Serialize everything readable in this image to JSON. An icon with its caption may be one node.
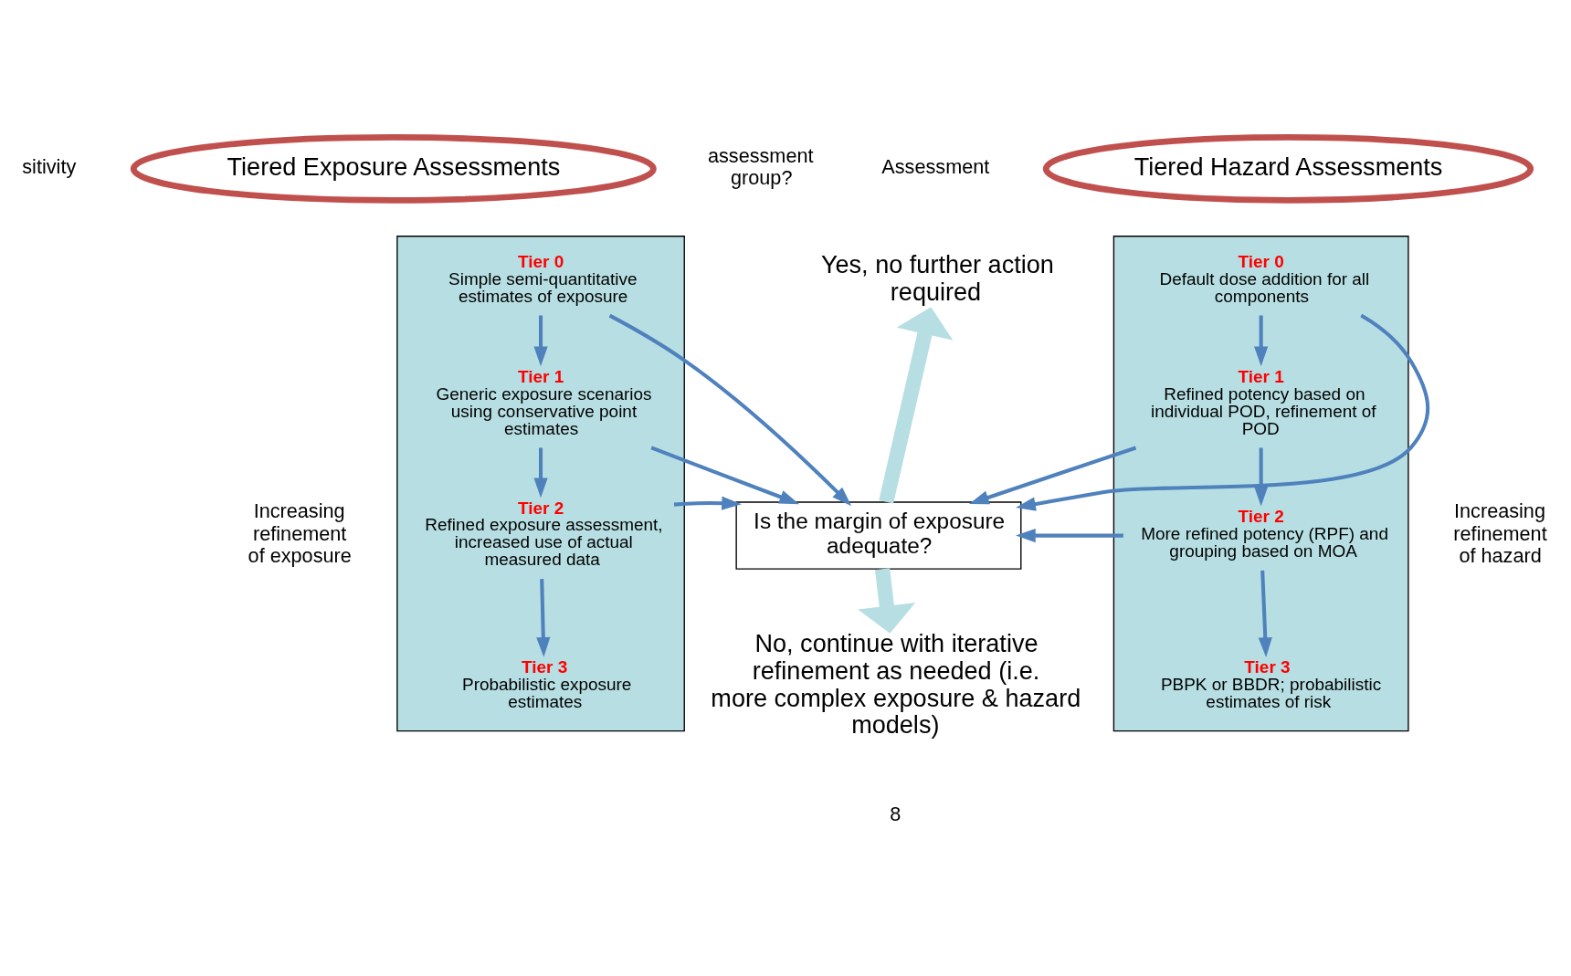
{
  "diagram": {
    "nodes": [
      {
        "text": [
          "Tiered Exposure Assessments"
        ]
      },
      {
        "text": [],
        "shape": "trapezoid"
      },
      {
        "text": [
          "Tier 0",
          "Simple semi-quantitative estimates of exposure"
        ],
        "in": 1
      },
      {
        "text": [
          "Tier 1",
          "Generic exposure scenarios using conservative point estimates"
        ],
        "in": 1
      },
      {
        "text": [
          "Tier 2",
          "Refined exposure assessment, increased use of actual measured data"
        ],
        "in": 1
      },
      {
        "text": [
          "Tier 3",
          "Probabilistic exposure estimates"
        ],
        "in": 1
      },
      {
        "text": [
          "Tiered Hazard Assessments"
        ]
      },
      {
        "text": [],
        "shape": "trapezoid"
      },
      {
        "text": [
          "Tier 0",
          "Default dose addition for all components"
        ],
        "in": 7
      },
      {
        "text": [
          "Tier 1",
          "Refined potency based on individual POD, refinement of POD"
        ],
        "in": 7
      },
      {
        "text": [
          "Tier 2",
          "More refined potency (RPF) and grouping based on MOA"
        ],
        "in": 7
      },
      {
        "text": [
          "Tier 3",
          "PBPK or BBDR; probabilistic estimates of risk"
        ],
        "in": 7
      },
      {
        "text": [
          "Is the margin of exposure adequate?"
        ]
      },
      {
        "text": [
          "Yes, no further action required"
        ]
      },
      {
        "text": [
          "No, continue with iterative refinement as needed (i.e. more complex exposure & hazard models)"
        ]
      }
    ],
    "edges": [
      {
        "from": 2,
        "to": 3,
        "arrow": "to"
      },
      {
        "from": 3,
        "to": 4,
        "arrow": "to"
      },
      {
        "from": 4,
        "to": 5,
        "arrow": "to"
      },
      {
        "from": 8,
        "to": 9,
        "arrow": "to"
      },
      {
        "from": 9,
        "to": 10,
        "arrow": "to"
      },
      {
        "from": 10,
        "to": 11,
        "arrow": "to"
      },
      {
        "from": 2,
        "to": 12,
        "arrow": "to"
      },
      {
        "from": 3,
        "to": 12,
        "arrow": "to"
      },
      {
        "from": 4,
        "to": 12,
        "arrow": "to"
      },
      {
        "from": 8,
        "to": 12,
        "arrow": "to"
      },
      {
        "from": 9,
        "to": 12,
        "arrow": "to"
      },
      {
        "from": 10,
        "to": 12,
        "arrow": "to"
      },
      {
        "from": 12,
        "to": 13,
        "arrow": "to",
        "style": "thick",
        "color": "#b7dfe3"
      },
      {
        "from": 12,
        "to": 14,
        "arrow": "to",
        "style": "thick",
        "color": "#b7dfe3"
      }
    ],
    "labels": [
      "sitivity",
      "assessment group?",
      "Assessment",
      "Increasing refinement of exposure",
      "Increasing refinement of hazard",
      "8"
    ]
  }
}
